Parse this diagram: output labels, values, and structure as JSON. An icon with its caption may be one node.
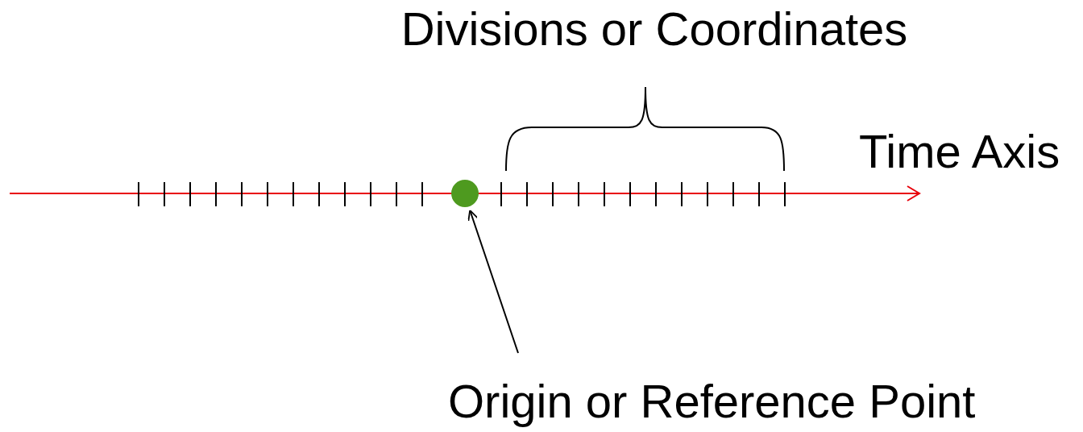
{
  "diagram": {
    "nodes": [
      {
        "text": [],
        "shape": "circle"
      },
      {
        "text": [
          "Origin or Reference Point"
        ]
      }
    ],
    "edges": [
      {
        "from": 1,
        "to": 0,
        "arrow": "to"
      }
    ],
    "labels": [
      "Divisions or Coordinates",
      "Time Axis"
    ]
  }
}
